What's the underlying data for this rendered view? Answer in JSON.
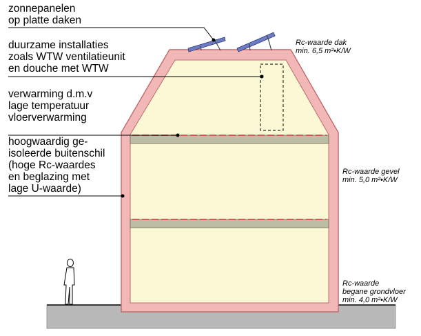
{
  "labels": {
    "solar": [
      "zonnepanelen",
      "op platte daken"
    ],
    "installations": [
      "duurzame installaties",
      "zoals WTW ventilatieunit",
      "en douche met WTW"
    ],
    "heating": [
      "verwarming d.m.v",
      "lage temperatuur",
      "vloerverwarming"
    ],
    "envelope": [
      "hoogwaardig ge-",
      "isoleerde buitenschil",
      "(hoge Rc-waardes",
      "en beglazing met",
      "lage U-waarde)"
    ]
  },
  "rc_values": {
    "roof": [
      "Rc-waarde dak",
      "min. 6,5 m²•K/W"
    ],
    "facade": [
      "Rc-waarde gevel",
      "min. 5,0 m²•K/W"
    ],
    "ground": [
      "Rc-waarde",
      "begane grondvloer",
      "min. 4,0 m²•K/W"
    ]
  },
  "colors": {
    "shell": "#f2b8b8",
    "shell_stroke": "#c06a6a",
    "interior": "#fbf8d6",
    "floor": "#bdbca4",
    "heating_line": "#d94848",
    "ground": "#b9b9b9",
    "panel": "#6e7cc4"
  }
}
